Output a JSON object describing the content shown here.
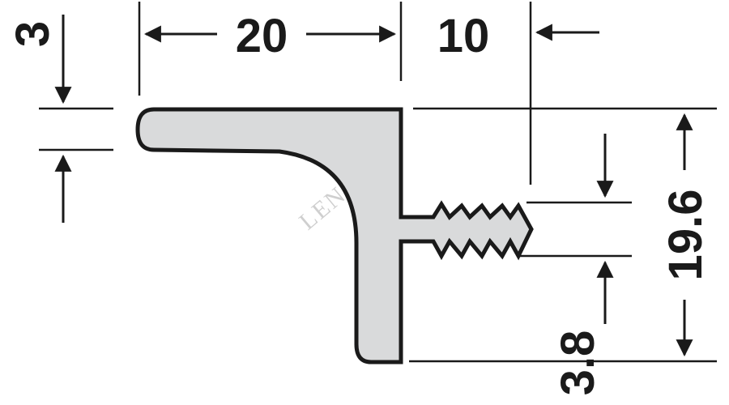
{
  "dimensions": {
    "width_top": "20",
    "width_barb": "10",
    "thickness_top": "3",
    "height_total": "19.6",
    "barb_height": "3.8"
  },
  "watermark": "LENKEI",
  "colors": {
    "profile_fill": "#d9dadb",
    "line": "#1a1a1a"
  }
}
